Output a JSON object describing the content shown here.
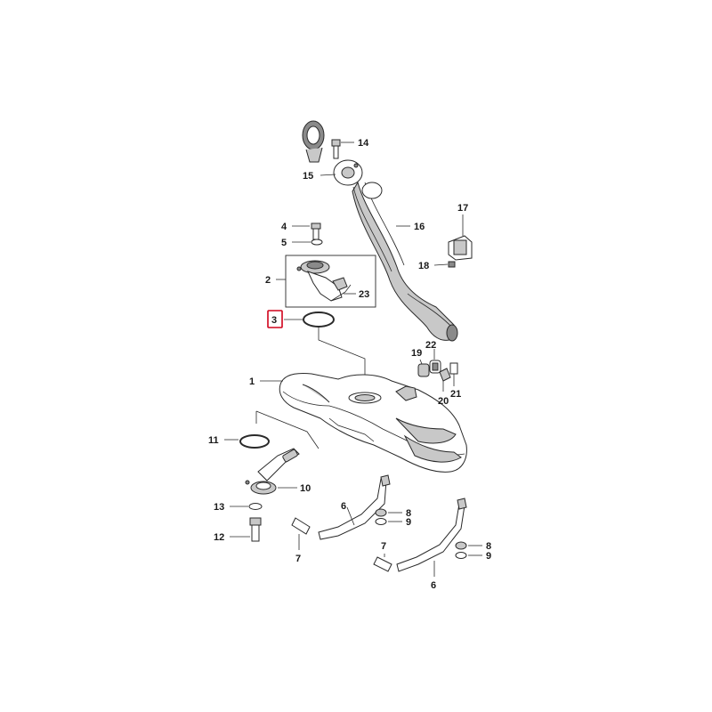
{
  "diagram": {
    "highlight_color": "#d0021b",
    "highlighted_callout": "3",
    "callouts": {
      "c1": "1",
      "c2": "2",
      "c3": "3",
      "c4": "4",
      "c5": "5",
      "c6a": "6",
      "c6b": "6",
      "c7a": "7",
      "c7b": "7",
      "c8a": "8",
      "c8b": "8",
      "c9a": "9",
      "c9b": "9",
      "c10": "10",
      "c11": "11",
      "c12": "12",
      "c13": "13",
      "c14": "14",
      "c15": "15",
      "c16": "16",
      "c17": "17",
      "c18": "18",
      "c19": "19",
      "c20": "20",
      "c21": "21",
      "c22": "22",
      "c23": "23"
    }
  }
}
